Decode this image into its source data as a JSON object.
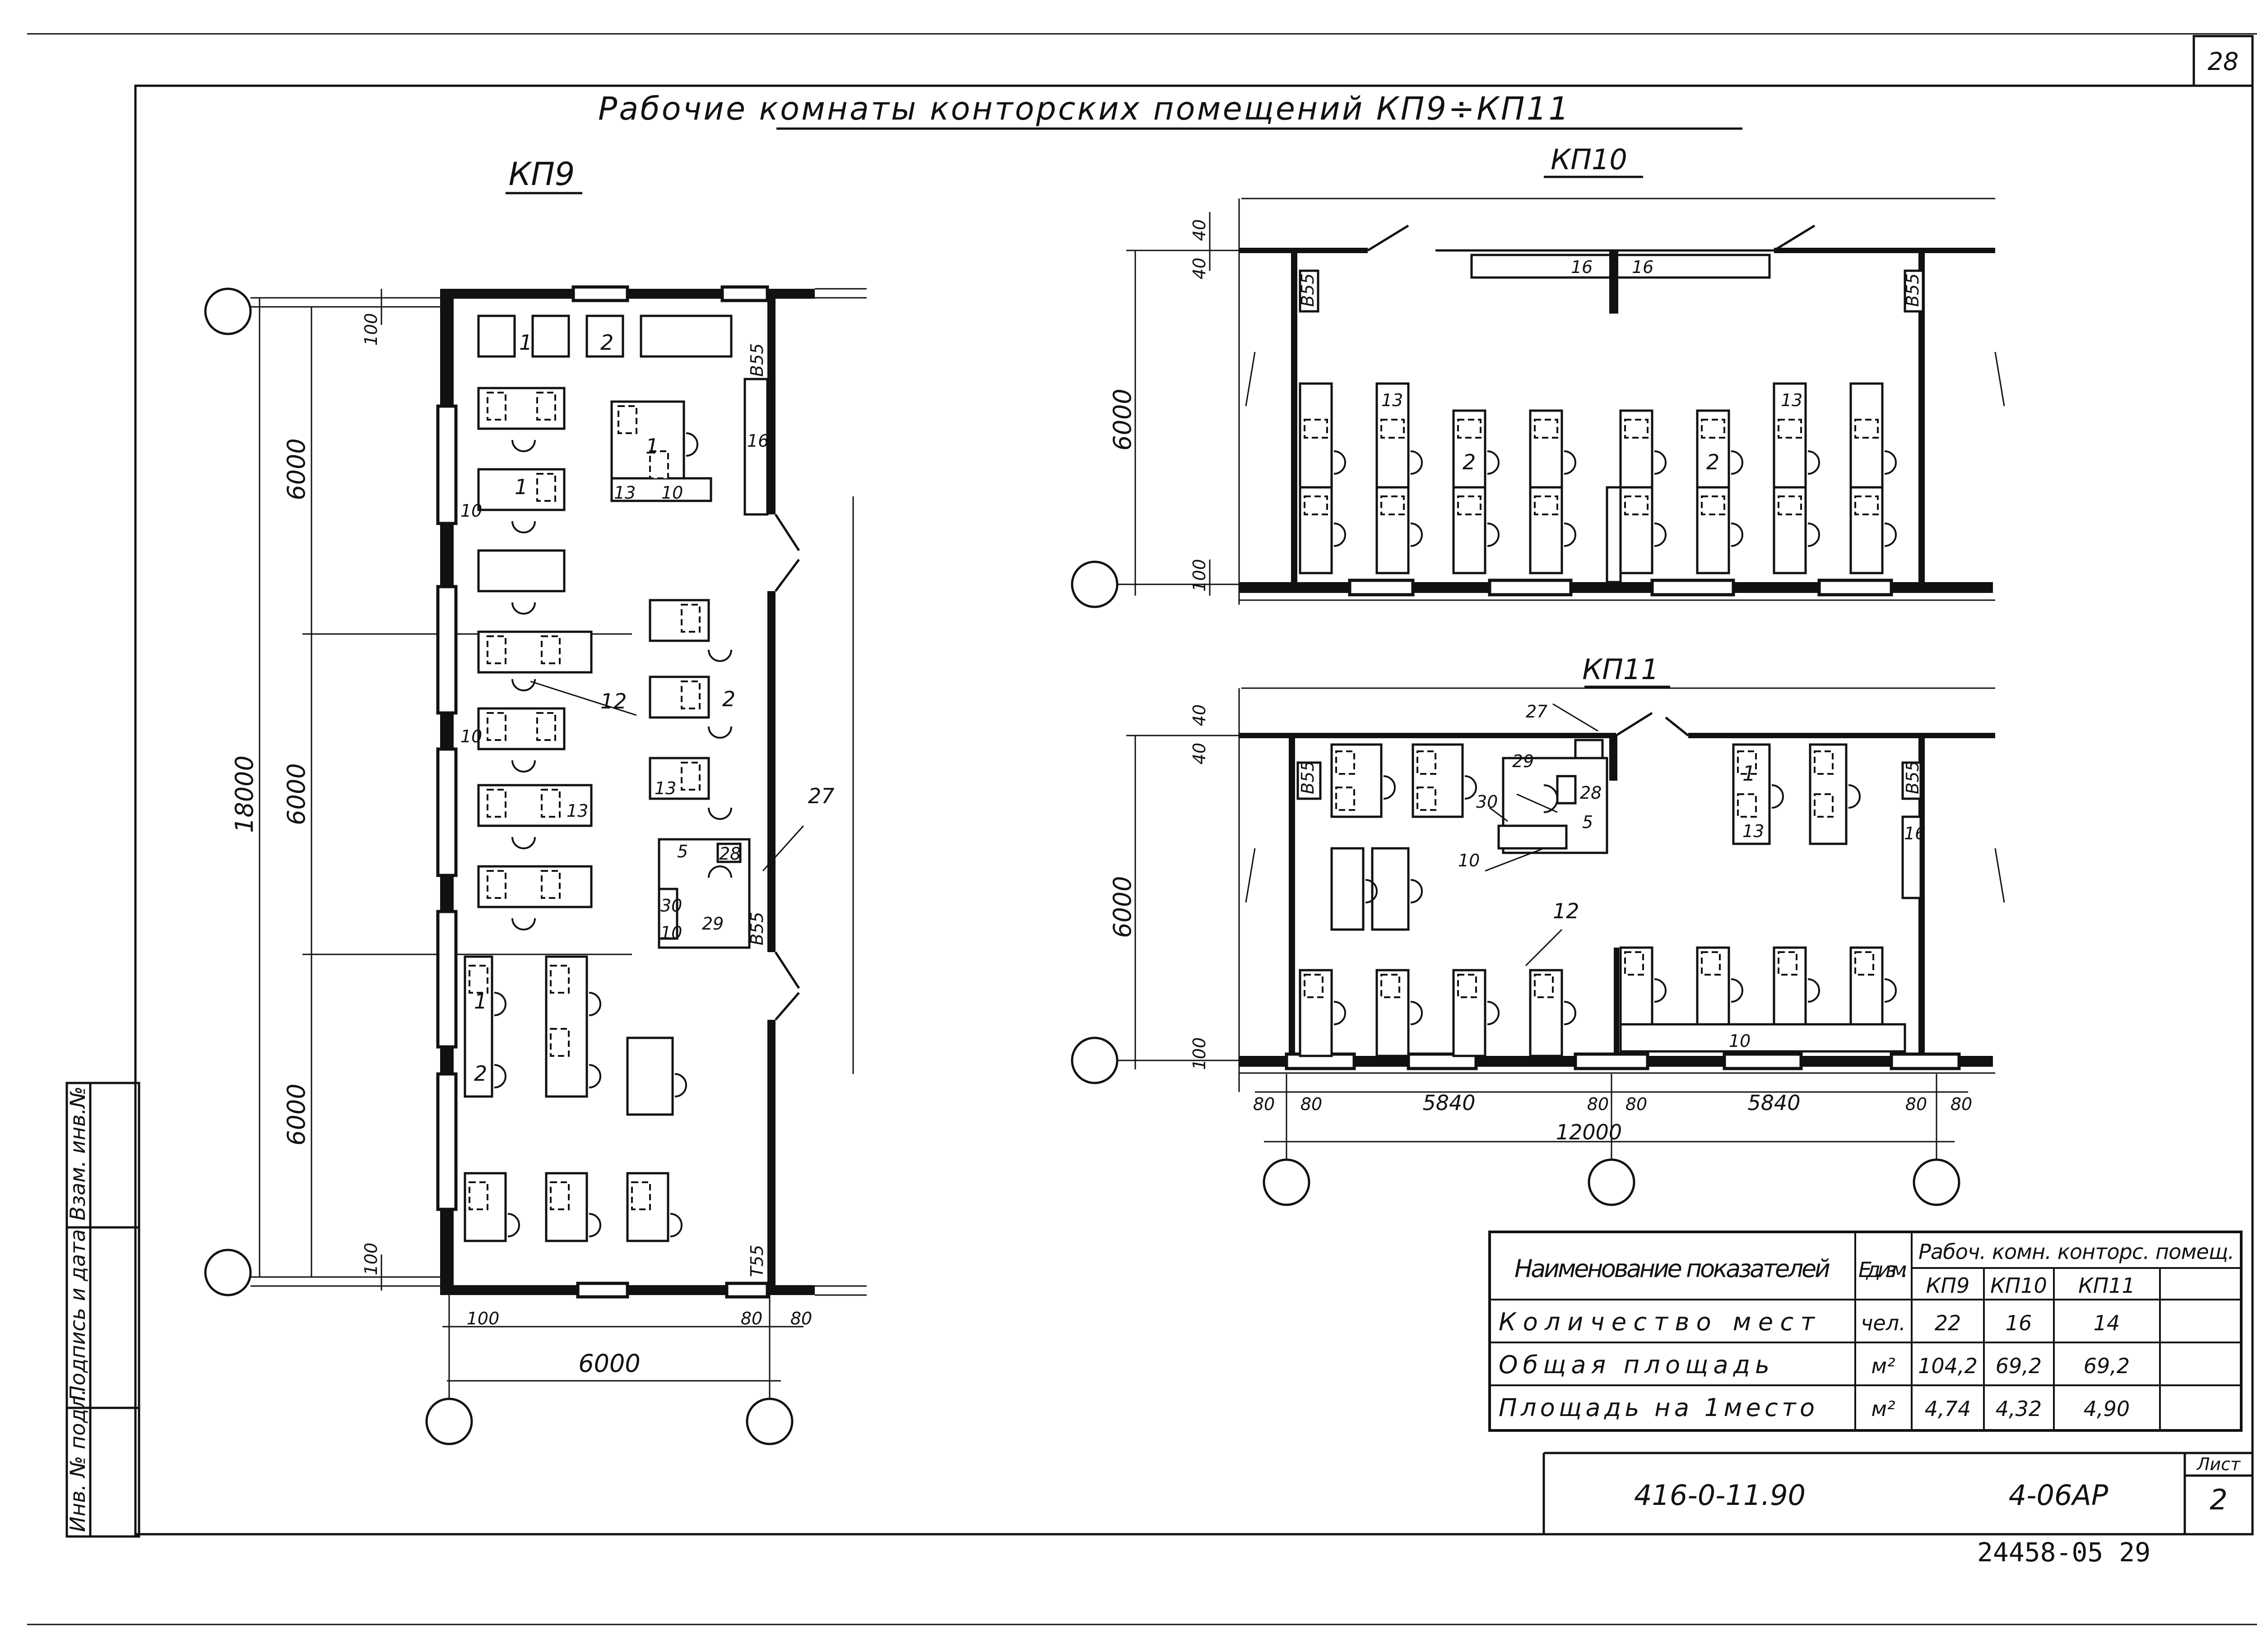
{
  "sheet": {
    "corner_number": "28",
    "title": "Рабочие комнаты конторских помещений КП9÷КП11",
    "plan_kp9": "КП9",
    "plan_kp10": "КП10",
    "plan_kp11": "КП11"
  },
  "kp9": {
    "dims": [
      "100",
      "6000",
      "6000",
      "6000",
      "18000",
      "100",
      "100",
      "80",
      "80",
      "6000"
    ],
    "labels": [
      "1",
      "2",
      "1",
      "1",
      "16",
      "13",
      "10",
      "10",
      "12",
      "2",
      "10",
      "13",
      "13",
      "27",
      "5",
      "28",
      "30",
      "29",
      "10",
      "1",
      "2"
    ],
    "marks": [
      "В55",
      "В55",
      "Т55"
    ]
  },
  "kp10": {
    "dims": [
      "40",
      "40",
      "6000",
      "100"
    ],
    "labels": [
      "16",
      "16",
      "13",
      "13",
      "2",
      "2"
    ],
    "marks": [
      "В55",
      "В55"
    ]
  },
  "kp11": {
    "dims": [
      "40",
      "40",
      "6000",
      "100",
      "80",
      "80",
      "5840",
      "80",
      "80",
      "5840",
      "80",
      "80",
      "12000"
    ],
    "labels": [
      "27",
      "29",
      "28",
      "30",
      "5",
      "10",
      "12",
      "1",
      "13",
      "16",
      "10"
    ],
    "marks": [
      "В55",
      "В55"
    ]
  },
  "table": {
    "h_name": "Наименование показателей",
    "h_unit": "Ед. изм.",
    "h_group": "Рабоч. комн. конторс. помещ.",
    "cols": [
      "КП9",
      "КП10",
      "КП11"
    ],
    "rows": [
      {
        "name": "Количество мест",
        "unit": "чел.",
        "vals": [
          "22",
          "16",
          "14"
        ]
      },
      {
        "name": "Общая площадь",
        "unit": "м²",
        "vals": [
          "104,2",
          "69,2",
          "69,2"
        ]
      },
      {
        "name": "Площадь на 1место",
        "unit": "м²",
        "vals": [
          "4,74",
          "4,32",
          "4,90"
        ]
      }
    ]
  },
  "titleblock": {
    "code": "416-0-11.90",
    "sheet_code": "4-06АР",
    "list_label": "Лист",
    "list_num": "2",
    "inventory": "24458-05   29"
  },
  "side_stamp": {
    "col1": "Инв. № подл.",
    "col2": "Подпись и дата",
    "col3": "Взам. инв.№"
  }
}
